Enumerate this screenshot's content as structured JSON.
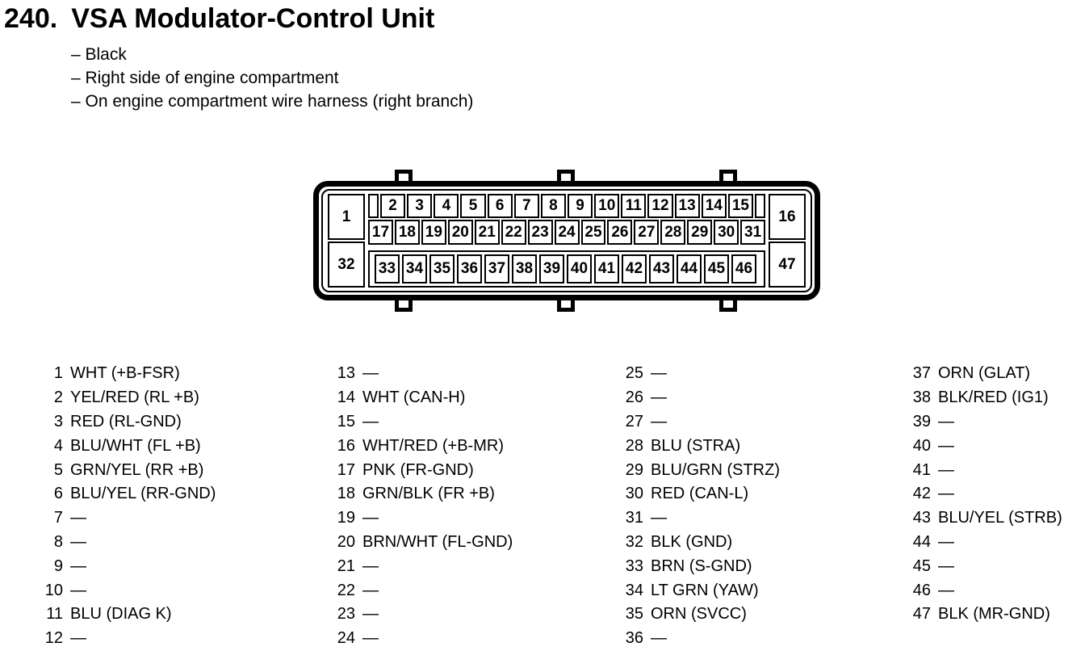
{
  "colors": {
    "ink": "#000000",
    "paper": "#ffffff"
  },
  "header": {
    "number": "240.",
    "title": "VSA Modulator-Control Unit"
  },
  "notes": [
    "– Black",
    "– Right side of engine compartment",
    "– On engine compartment wire harness (right branch)"
  ],
  "connector": {
    "corners": {
      "top_left": "1",
      "bottom_left": "32",
      "top_right": "16",
      "bottom_right": "47"
    },
    "top_row": [
      "2",
      "3",
      "4",
      "5",
      "6",
      "7",
      "8",
      "9",
      "10",
      "11",
      "12",
      "13",
      "14",
      "15"
    ],
    "middle_row": [
      "17",
      "18",
      "19",
      "20",
      "21",
      "22",
      "23",
      "24",
      "25",
      "26",
      "27",
      "28",
      "29",
      "30",
      "31"
    ],
    "bottom_row": [
      "33",
      "34",
      "35",
      "36",
      "37",
      "38",
      "39",
      "40",
      "41",
      "42",
      "43",
      "44",
      "45",
      "46"
    ]
  },
  "pin_table": {
    "columns": [
      {
        "rows": [
          {
            "pin": "1",
            "wire": "WHT (+B-FSR)"
          },
          {
            "pin": "2",
            "wire": "YEL/RED (RL +B)"
          },
          {
            "pin": "3",
            "wire": "RED (RL-GND)"
          },
          {
            "pin": "4",
            "wire": "BLU/WHT (FL +B)"
          },
          {
            "pin": "5",
            "wire": "GRN/YEL (RR +B)"
          },
          {
            "pin": "6",
            "wire": "BLU/YEL (RR-GND)"
          },
          {
            "pin": "7",
            "wire": "—"
          },
          {
            "pin": "8",
            "wire": "—"
          },
          {
            "pin": "9",
            "wire": "—"
          },
          {
            "pin": "10",
            "wire": "—"
          },
          {
            "pin": "11",
            "wire": "BLU (DIAG K)"
          },
          {
            "pin": "12",
            "wire": "—"
          }
        ]
      },
      {
        "rows": [
          {
            "pin": "13",
            "wire": "—"
          },
          {
            "pin": "14",
            "wire": "WHT (CAN-H)"
          },
          {
            "pin": "15",
            "wire": "—"
          },
          {
            "pin": "16",
            "wire": "WHT/RED (+B-MR)"
          },
          {
            "pin": "17",
            "wire": "PNK (FR-GND)"
          },
          {
            "pin": "18",
            "wire": "GRN/BLK (FR +B)"
          },
          {
            "pin": "19",
            "wire": "—"
          },
          {
            "pin": "20",
            "wire": "BRN/WHT (FL-GND)"
          },
          {
            "pin": "21",
            "wire": "—"
          },
          {
            "pin": "22",
            "wire": "—"
          },
          {
            "pin": "23",
            "wire": "—"
          },
          {
            "pin": "24",
            "wire": "—"
          }
        ]
      },
      {
        "rows": [
          {
            "pin": "25",
            "wire": "—"
          },
          {
            "pin": "26",
            "wire": "—"
          },
          {
            "pin": "27",
            "wire": "—"
          },
          {
            "pin": "28",
            "wire": "BLU (STRA)"
          },
          {
            "pin": "29",
            "wire": "BLU/GRN (STRZ)"
          },
          {
            "pin": "30",
            "wire": "RED (CAN-L)"
          },
          {
            "pin": "31",
            "wire": "—"
          },
          {
            "pin": "32",
            "wire": "BLK (GND)"
          },
          {
            "pin": "33",
            "wire": "BRN (S-GND)"
          },
          {
            "pin": "34",
            "wire": "LT GRN (YAW)"
          },
          {
            "pin": "35",
            "wire": "ORN (SVCC)"
          },
          {
            "pin": "36",
            "wire": "—"
          }
        ]
      },
      {
        "rows": [
          {
            "pin": "37",
            "wire": "ORN (GLAT)"
          },
          {
            "pin": "38",
            "wire": "BLK/RED (IG1)"
          },
          {
            "pin": "39",
            "wire": "—"
          },
          {
            "pin": "40",
            "wire": "—"
          },
          {
            "pin": "41",
            "wire": "—"
          },
          {
            "pin": "42",
            "wire": "—"
          },
          {
            "pin": "43",
            "wire": "BLU/YEL (STRB)"
          },
          {
            "pin": "44",
            "wire": "—"
          },
          {
            "pin": "45",
            "wire": "—"
          },
          {
            "pin": "46",
            "wire": "—"
          },
          {
            "pin": "47",
            "wire": "BLK (MR-GND)"
          }
        ]
      }
    ]
  }
}
